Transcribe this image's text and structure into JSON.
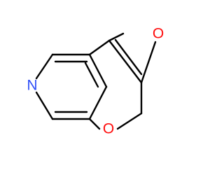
{
  "molecule": {
    "atoms": {
      "nitrogen": {
        "symbol": "N",
        "color": "#3050F8"
      },
      "epoxide_oxygen": {
        "symbol": "O",
        "color": "#FF0D0D"
      },
      "ring_oxygen": {
        "symbol": "O",
        "color": "#FF0D0D"
      }
    },
    "bond_color": "#000000"
  }
}
